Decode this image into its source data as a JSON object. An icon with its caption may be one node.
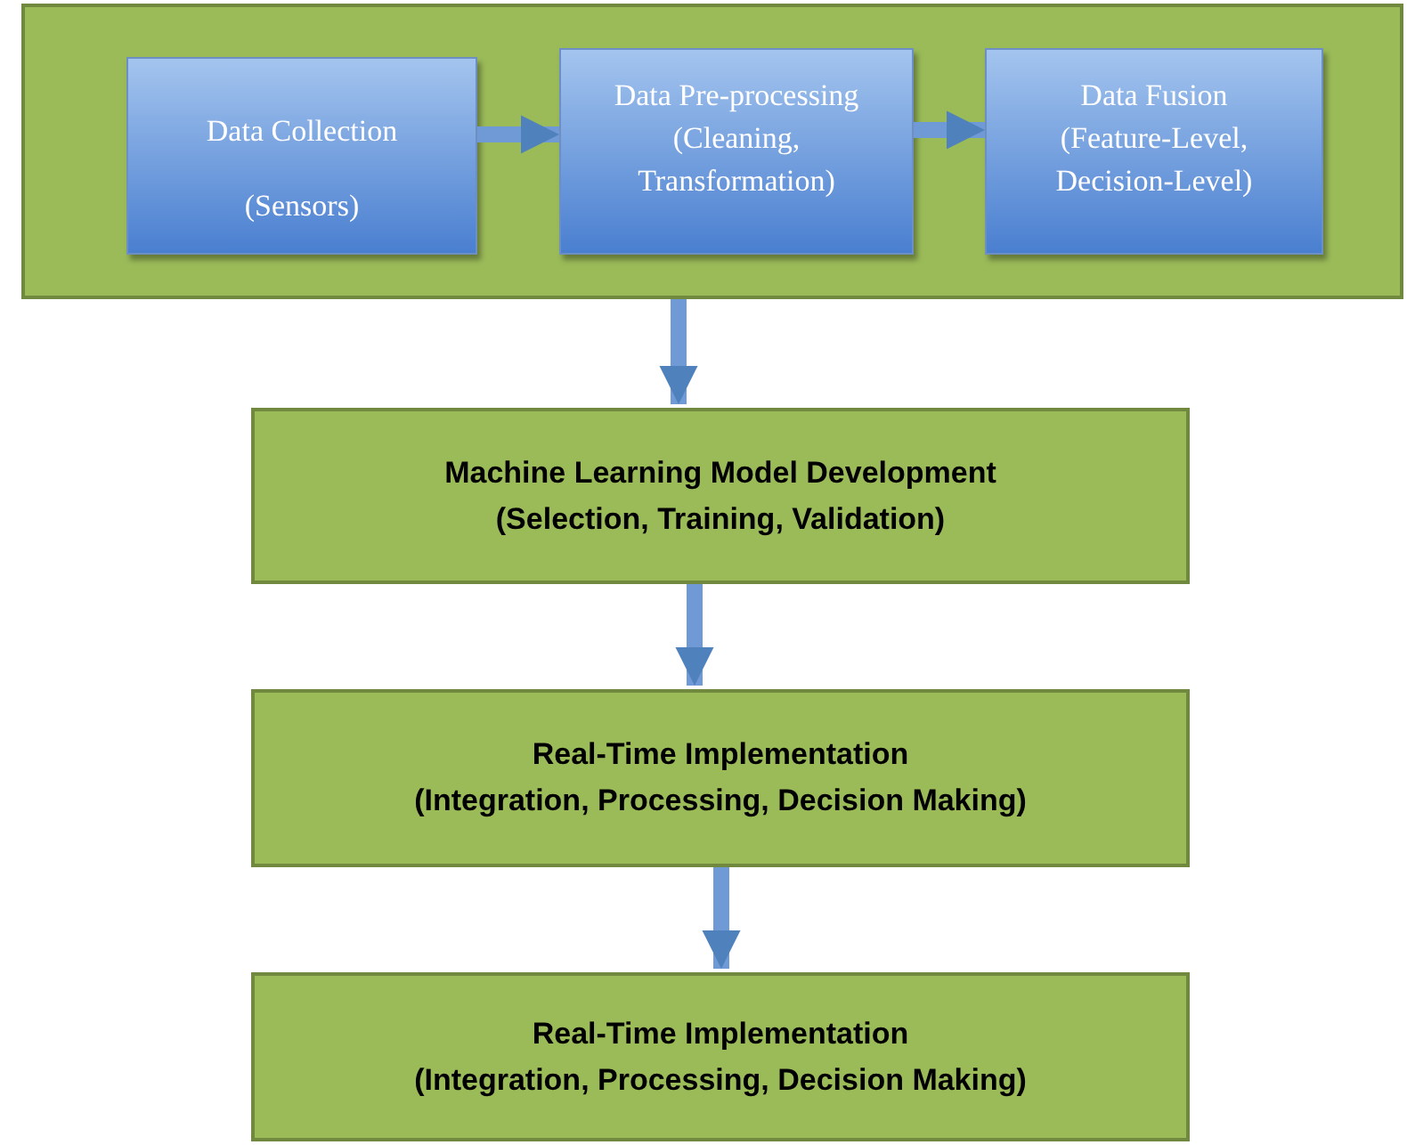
{
  "diagram": {
    "nodes": [
      {
        "text": [],
        "shape": "box"
      },
      {
        "text": [
          "Data Collection",
          "(Sensors)"
        ],
        "in": 0
      },
      {
        "text": [
          "Data Pre-processing",
          "(Cleaning, Transformation)"
        ],
        "in": 0
      },
      {
        "text": [
          "Data Fusion",
          "(Feature-Level, Decision-Level)"
        ],
        "in": 0
      },
      {
        "text": [
          "Machine Learning Model Development",
          "(Selection, Training, Validation)"
        ]
      },
      {
        "text": [
          "Real-Time Implementation",
          "(Integration, Processing, Decision Making)"
        ]
      },
      {
        "text": [
          "Real-Time Implementation",
          "(Integration, Processing, Decision Making)"
        ]
      }
    ],
    "edges": [
      {
        "from": 1,
        "to": 2,
        "arrow": "to"
      },
      {
        "from": 2,
        "to": 3,
        "arrow": "to"
      },
      {
        "from": 0,
        "to": 4,
        "arrow": "to"
      },
      {
        "from": 4,
        "to": 5,
        "arrow": "to"
      },
      {
        "from": 5,
        "to": 6,
        "arrow": "to"
      }
    ]
  }
}
